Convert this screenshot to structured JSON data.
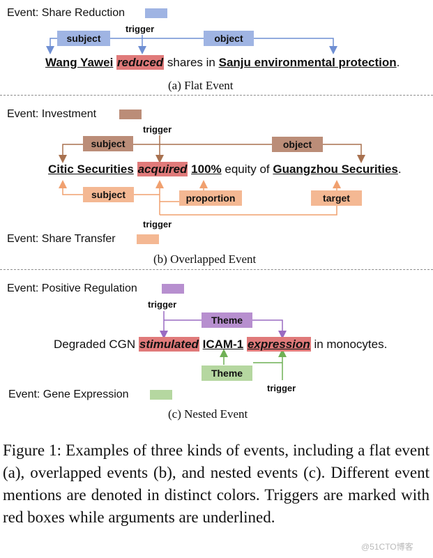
{
  "colors": {
    "share_reduction": "#9fb4e3",
    "investment": "#bb8d78",
    "share_transfer": "#f4b893",
    "positive_regulation": "#b78fcf",
    "gene_expression": "#b5d7a0",
    "trigger_box": "#e07a7a",
    "flat_arrow": "#6f8fd3",
    "investment_arrow": "#a8714f",
    "transfer_arrow": "#f0a06f",
    "regulation_arrow": "#9a6bc2",
    "expression_arrow": "#6fb055"
  },
  "a": {
    "event_label": "Event: Share Reduction",
    "subject": "subject",
    "trigger": "trigger",
    "object": "object",
    "sentence": {
      "arg1": "Wang Yawei",
      "trig": "reduced",
      "mid": " shares in ",
      "arg2": "Sanju environmental protection",
      "end": "."
    },
    "caption": "(a) Flat Event"
  },
  "b": {
    "event_label_1": "Event: Investment",
    "event_label_2": "Event: Share Transfer",
    "trigger_top": "trigger",
    "trigger_bottom": "trigger",
    "subject_top": "subject",
    "object_top": "object",
    "subject_bottom": "subject",
    "proportion": "proportion",
    "target": "target",
    "sentence": {
      "arg1": "Citic Securities",
      "trig": "acquired",
      "arg2": "100%",
      "mid": " equity of ",
      "arg3": "Guangzhou Securities",
      "end": "."
    },
    "caption": "(b) Overlapped Event"
  },
  "c": {
    "event_label_1": "Event: Positive Regulation",
    "event_label_2": "Event: Gene Expression",
    "trigger_top": "trigger",
    "trigger_bottom": "trigger",
    "theme_top": "Theme",
    "theme_bottom": "Theme",
    "sentence": {
      "pre": "Degraded CGN ",
      "trig1": "stimulated",
      "arg": "ICAM-1",
      "trig2": "expression",
      "post": " in monocytes."
    },
    "caption": "(c) Nested Event"
  },
  "figure_caption": "Figure 1: Examples of three kinds of events, including a flat event (a), overlapped events (b), and nested events (c). Different event mentions are denoted in distinct colors. Triggers are marked with red boxes while arguments are underlined.",
  "watermark": "@51CTO博客"
}
